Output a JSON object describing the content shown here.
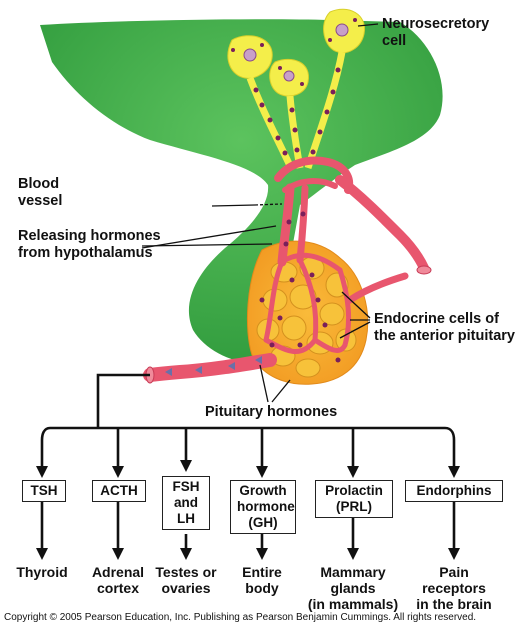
{
  "labels": {
    "neurosecretory": "Neurosecretory\ncell",
    "blood_vessel": "Blood\nvessel",
    "releasing": "Releasing hormones\nfrom hypothalamus",
    "endocrine": "Endocrine cells of\nthe anterior pituitary",
    "pituitary_hormones": "Pituitary hormones"
  },
  "hormones": [
    {
      "name": "TSH",
      "target": "Thyroid"
    },
    {
      "name": "ACTH",
      "target": "Adrenal\ncortex"
    },
    {
      "name": "FSH\nand\nLH",
      "target": "Testes or\novaries"
    },
    {
      "name": "Growth\nhormone\n(GH)",
      "target": "Entire\nbody"
    },
    {
      "name": "Prolactin\n(PRL)",
      "target": "Mammary\nglands\n(in mammals)"
    },
    {
      "name": "Endorphins",
      "target": "Pain\nreceptors\nin the brain"
    }
  ],
  "copyright": "Copyright © 2005 Pearson Education, Inc. Publishing as Pearson Benjamin Cummings. All rights reserved.",
  "colors": {
    "hypothalamus": "#3aa845",
    "neuron": "#f4ee4a",
    "vessel": "#e8566e",
    "gland": "#f4a52a",
    "endocrine_cell": "#f7c23a",
    "granule": "#7a1f5a"
  }
}
